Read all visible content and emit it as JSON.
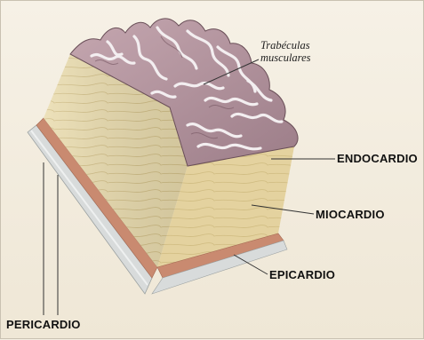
{
  "diagram": {
    "labels": {
      "trabeculas_line1": "Trabéculas",
      "trabeculas_line2": "musculares",
      "endocardio": "ENDOCARDIO",
      "miocardio": "MIOCARDIO",
      "epicardio": "EPICARDIO",
      "pericardio": "PERICARDIO"
    },
    "colors": {
      "myocardium": "#eadcae",
      "myocardium_fiber": "#cdb87e",
      "endocardium_surface": "#b79aa3",
      "endocardium_ridge": "#f2eef0",
      "epicardium": "#c9866d",
      "pericardium": "#d9dcdc",
      "leader": "#333333"
    }
  }
}
